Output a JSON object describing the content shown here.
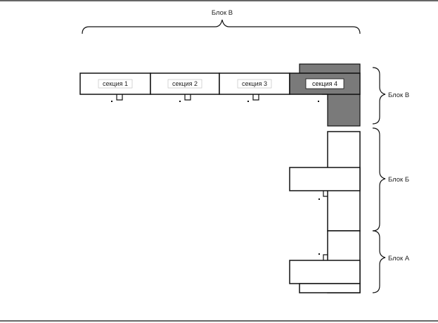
{
  "blocks": {
    "top_label": "Блок В",
    "right_labels": [
      "Блок В",
      "Блок Б",
      "Блок А"
    ]
  },
  "sections": [
    {
      "label": "секция 1"
    },
    {
      "label": "секция 2"
    },
    {
      "label": "секция 3"
    },
    {
      "label": "секция 4"
    }
  ],
  "colors": {
    "stroke": "#111111",
    "highlight": "#7a7a7a",
    "background": "#ffffff"
  }
}
